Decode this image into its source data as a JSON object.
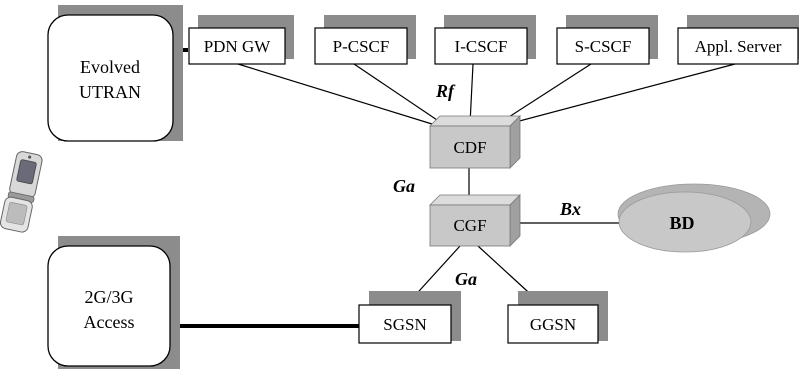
{
  "diagram": {
    "nodes": {
      "evolved_utran": {
        "line1": "Evolved",
        "line2": "UTRAN"
      },
      "access_2g3g": {
        "line1": "2G/3G",
        "line2": "Access"
      },
      "pdn_gw": "PDN GW",
      "p_cscf": "P-CSCF",
      "i_cscf": "I-CSCF",
      "s_cscf": "S-CSCF",
      "appl_server": "Appl. Server",
      "cdf": "CDF",
      "cgf": "CGF",
      "bd": "BD",
      "sgsn": "SGSN",
      "ggsn": "GGSN"
    },
    "interfaces": {
      "rf": "Rf",
      "ga_upper": "Ga",
      "ga_lower": "Ga",
      "bx": "Bx"
    },
    "colors": {
      "shadow": "#8c8c8c",
      "cube_face": "#c8c8c8",
      "cube_side": "#a0a0a0",
      "cube_top": "#dcdcdc",
      "bd_fill": "#c8c8c8",
      "bd_back": "#b4b4b4"
    },
    "icons": [
      "mobile-phone-icon"
    ]
  }
}
